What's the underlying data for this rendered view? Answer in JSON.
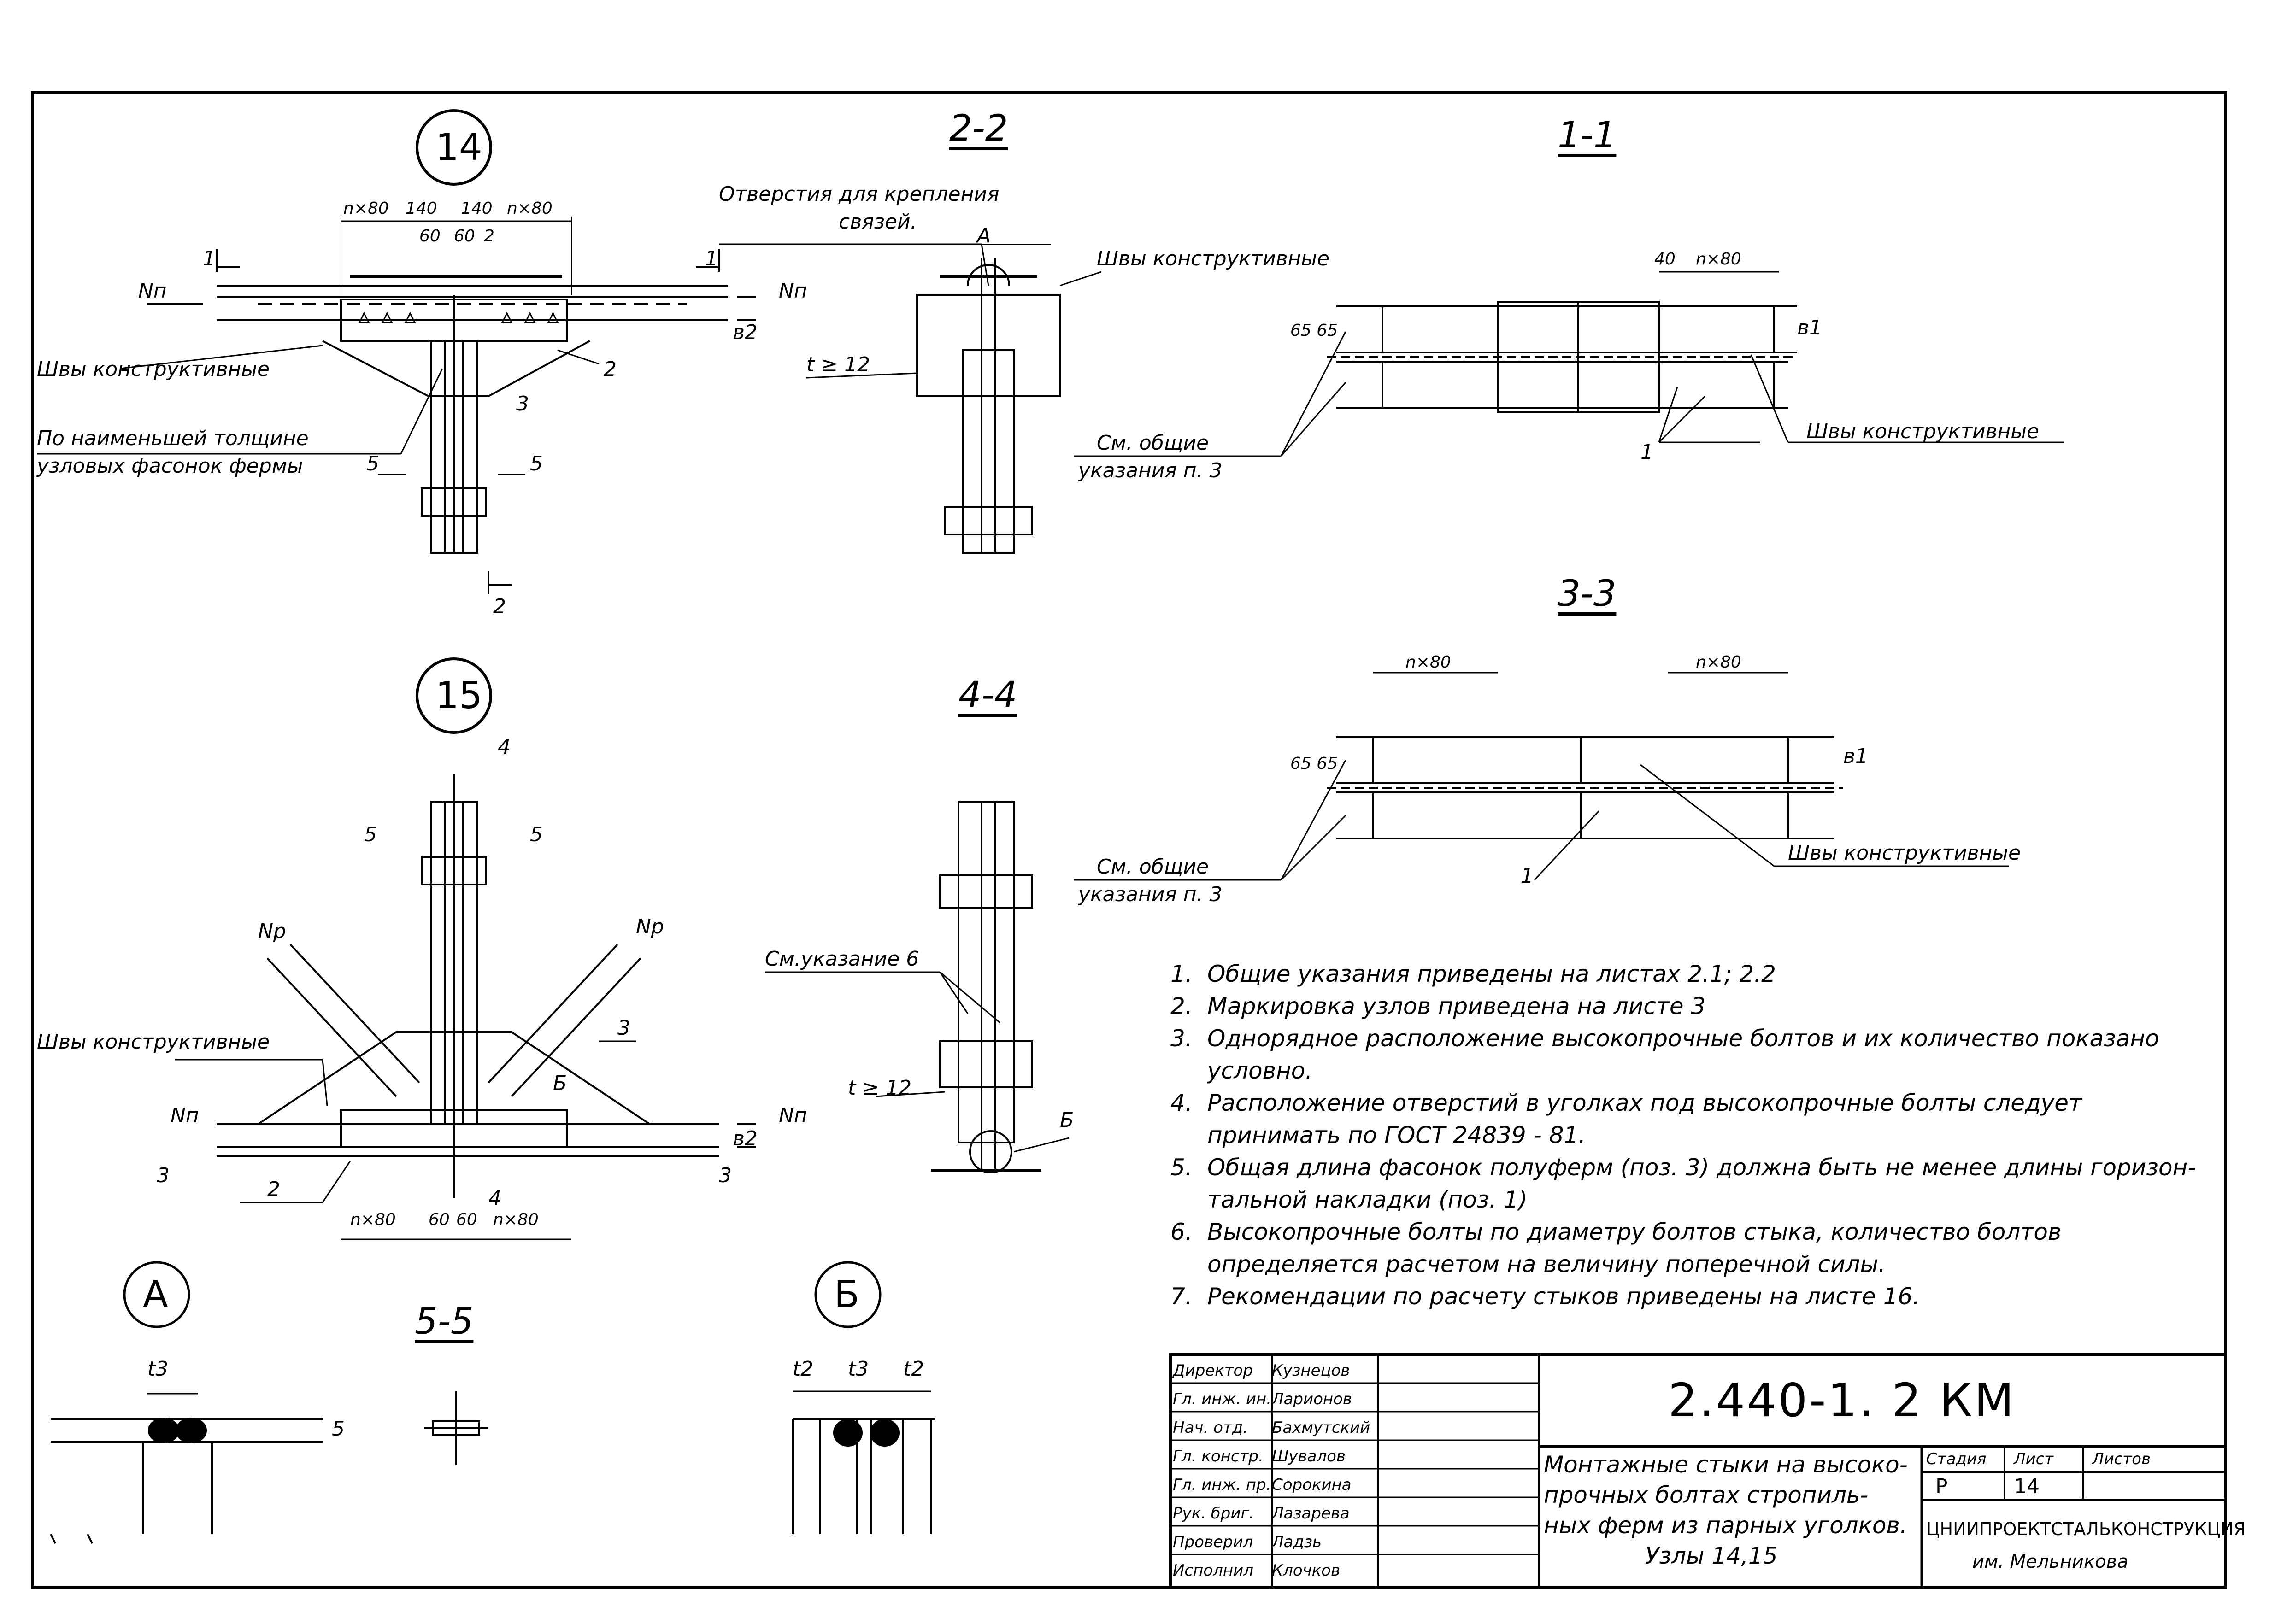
{
  "sections": {
    "node14": "14",
    "node15": "15",
    "s22": "2-2",
    "s11": "1-1",
    "s33": "3-3",
    "s44": "4-4",
    "s55": "5-5",
    "detailA": "А",
    "detailB": "Б"
  },
  "labels": {
    "welds": "Швы конструктивные",
    "gusset_min_1": "По наименьшей толщине",
    "gusset_min_2": "узловых фасонок фермы",
    "holes_1": "Отверстия для крепления",
    "holes_2": "связей.",
    "see_general_1": "См. общие",
    "see_general_2": "указания п. 3",
    "see_note6": "См.указание 6",
    "thickness": "t ≥ 12",
    "force_n": "Nп",
    "force_p": "Nр",
    "pos1": "1",
    "pos2": "2",
    "pos3": "3",
    "cut1": "1",
    "cut2": "2",
    "cut3": "3",
    "cut4": "4",
    "cut5": "5",
    "callA": "А",
    "callB": "Б",
    "b1": "в1",
    "b2": "в2",
    "t2": "t2",
    "t3": "t3",
    "five": "5"
  },
  "dims": {
    "n80": "n×80",
    "d140": "140",
    "d60": "60",
    "d2": "2",
    "d40": "40",
    "d65": "65",
    "d6565": "65 65"
  },
  "notes": [
    {
      "num": "1.",
      "text": "Общие указания приведены на листах 2.1; 2.2"
    },
    {
      "num": "2.",
      "text": "Маркировка узлов приведена на листе 3"
    },
    {
      "num": "3.",
      "text": "Однорядное расположение высокопрочные болтов и их количество показано"
    },
    {
      "num": "",
      "text": "условно."
    },
    {
      "num": "4.",
      "text": "Расположение отверстий в уголках под высокопрочные болты следует"
    },
    {
      "num": "",
      "text": "принимать по ГОСТ 24839 - 81."
    },
    {
      "num": "5.",
      "text": "Общая длина фасонок полуферм (поз. 3) должна быть не менее длины горизон-"
    },
    {
      "num": "",
      "text": "тальной накладки (поз. 1)"
    },
    {
      "num": "6.",
      "text": "Высокопрочные болты по диаметру болтов стыка, количество болтов"
    },
    {
      "num": "",
      "text": "определяется расчетом на величину поперечной силы."
    },
    {
      "num": "7.",
      "text": "Рекомендации по расчету стыков приведены на листе 16."
    }
  ],
  "title_block": {
    "code": "2.440-1. 2 КМ",
    "title_lines": [
      "Монтажные стыки на высоко-",
      "прочных болтах стропиль-",
      "ных ферм из парных уголков.",
      "Узлы 14,15"
    ],
    "stage_h": "Стадия",
    "sheet_h": "Лист",
    "sheets_h": "Листов",
    "stage": "Р",
    "sheet": "14",
    "sheets": "",
    "org_1": "ЦНИИПРОЕКТСТАЛЬКОНСТРУКЦИЯ",
    "org_2": "им. Мельникова",
    "staff": [
      {
        "role": "Директор",
        "name": "Кузнецов"
      },
      {
        "role": "Гл. инж. ин.",
        "name": "Ларионов"
      },
      {
        "role": "Нач. отд.",
        "name": "Бахмутский"
      },
      {
        "role": "Гл. констр.",
        "name": "Шувалов"
      },
      {
        "role": "Гл. инж. пр.",
        "name": "Сорокина"
      },
      {
        "role": "Рук. бриг.",
        "name": "Лазарева"
      },
      {
        "role": "Проверил",
        "name": "Ладзь"
      },
      {
        "role": "Исполнил",
        "name": "Клочков"
      }
    ]
  }
}
